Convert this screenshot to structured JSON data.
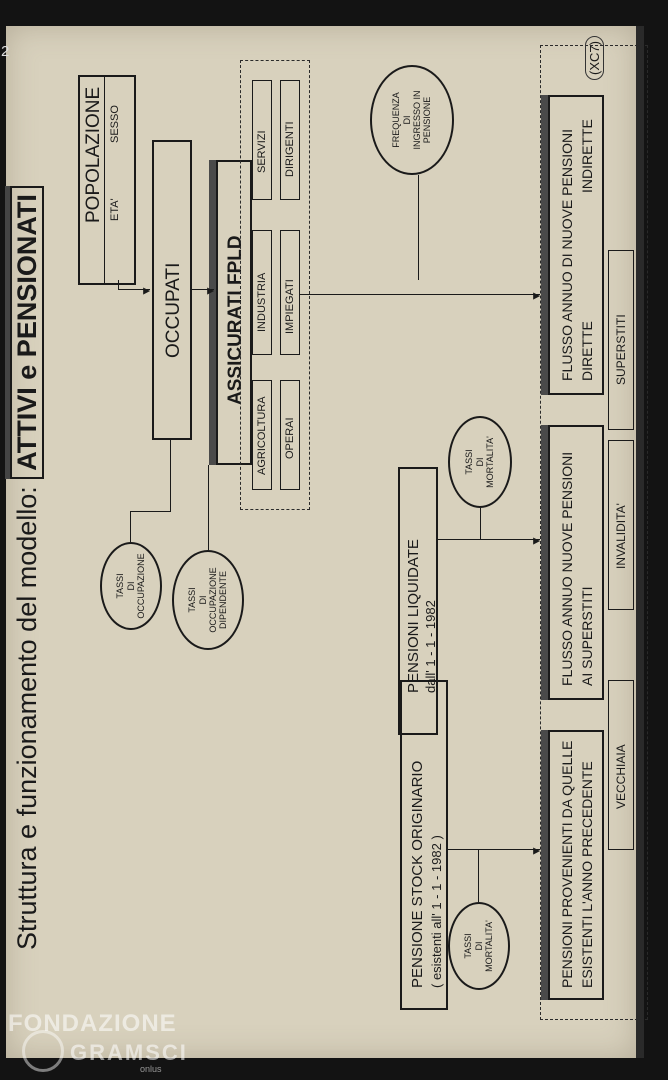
{
  "page_number": "2",
  "stamp": "(XC7)",
  "title": {
    "main": "Struttura e funzionamento del modello:",
    "highlight": "ATTIVI e PENSIONATI"
  },
  "boxes": {
    "popolazione": {
      "title": "POPOLAZIONE",
      "left": "ETA'",
      "right": "SESSO"
    },
    "occupati": "OCCUPATI",
    "assicurati": "ASSICURATI FPLD",
    "sectors": [
      "AGRICOLTURA",
      "INDUSTRIA",
      "SERVIZI"
    ],
    "categories": [
      "OPERAI",
      "IMPIEGATI",
      "DIRIGENTI"
    ],
    "pensione_stock": {
      "line1": "PENSIONE STOCK ORIGINARIO",
      "line2": "( esistenti all' 1 - 1 - 1982 )"
    },
    "pensioni_liquidate": {
      "line1": "PENSIONI LIQUIDATE",
      "line2": "dall' 1 - 1 - 1982"
    },
    "pensioni_provenienti": {
      "line1": "PENSIONI PROVENIENTI DA QUELLE",
      "line2": "ESISTENTI L'ANNO PRECEDENTE"
    },
    "flusso_superstiti": {
      "line1": "FLUSSO ANNUO NUOVE PENSIONI",
      "line2": "AI SUPERSTITI"
    },
    "flusso_dirette": {
      "line1": "FLUSSO ANNUO DI NUOVE PENSIONI",
      "line2": "DIRETTE",
      "line3": "INDIRETTE"
    },
    "pension_types": [
      "VECCHIAIA",
      "INVALIDITA'",
      "SUPERSTITI"
    ]
  },
  "circles": {
    "tassi_occupazione": [
      "TASSI",
      "DI",
      "OCCUPAZIONE"
    ],
    "tassi_occupazione_dipendente": [
      "TASSI",
      "DI",
      "OCCUPAZIONE",
      "DIPENDENTE"
    ],
    "tassi_mortalita_1": [
      "TASSI",
      "DI",
      "MORTALITA'"
    ],
    "tassi_mortalita_2": [
      "TASSI",
      "DI",
      "MORTALITA'"
    ],
    "frequenza": [
      "FREQUENZA",
      "DI",
      "INGRESSO IN",
      "PENSIONE"
    ]
  },
  "watermark": {
    "line1": "FONDAZIONE",
    "line2": "GRAMSCI",
    "sub": "onlus"
  }
}
